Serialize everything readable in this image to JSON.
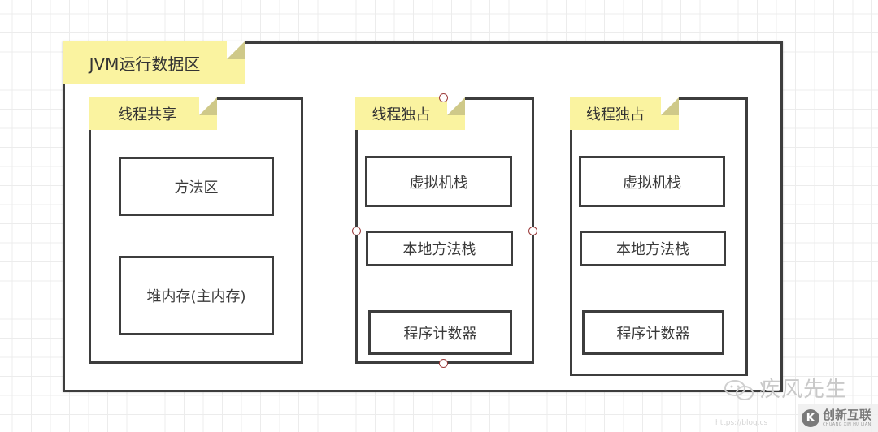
{
  "diagram": {
    "title": "JVM运行数据区",
    "groups": [
      {
        "label": "线程共享",
        "cells": [
          "方法区",
          "堆内存(主内存)"
        ]
      },
      {
        "label": "线程独占",
        "selected": true,
        "cells": [
          "虚拟机栈",
          "本地方法栈",
          "程序计数器"
        ]
      },
      {
        "label": "线程独占",
        "cells": [
          "虚拟机栈",
          "本地方法栈",
          "程序计数器"
        ]
      }
    ]
  },
  "watermarks": {
    "author": "疾风先生",
    "brand": "创新互联",
    "brand_sub": "CHUANG XIN HU LIAN",
    "brand_logo": "K",
    "url": "https://blog.cs"
  },
  "colors": {
    "note_fill": "#faf3a0",
    "border": "#3d3d3d",
    "handle": "#9b3a3a"
  }
}
